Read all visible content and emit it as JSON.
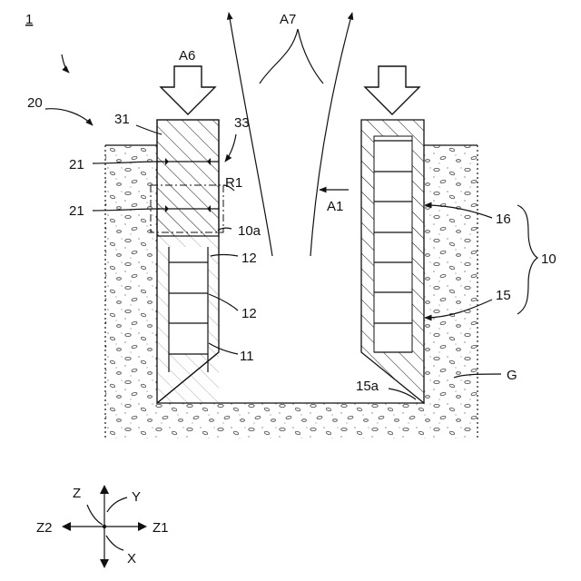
{
  "figure": {
    "labels": {
      "assembly": "1",
      "ground_zone": "20",
      "top_block": "31",
      "joint": "33",
      "bar_upper": "21",
      "bar_lower": "21",
      "region": "R1",
      "region_edge": "10a",
      "rebar_a": "12",
      "rebar_b": "12",
      "cage": "11",
      "arrow_left_push": "A6",
      "arrow_flow": "A7",
      "arrow_side": "A1",
      "wall_inner": "16",
      "wall_group": "10",
      "wall_outer": "15",
      "toe": "15a",
      "soil": "G"
    },
    "axes": {
      "z": "Z",
      "y": "Y",
      "z2": "Z2",
      "z1": "Z1",
      "x": "X"
    }
  },
  "colors": {
    "ink": "#111111",
    "soil_stipple": "#444444",
    "background": "#ffffff"
  }
}
